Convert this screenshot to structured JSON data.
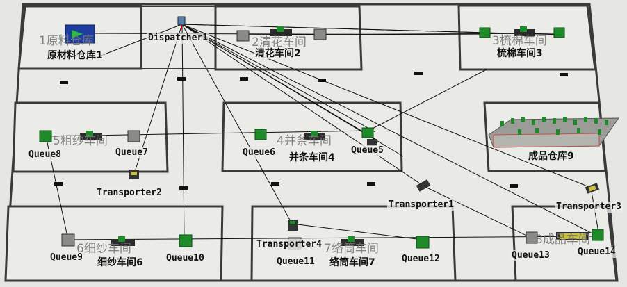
{
  "areas": [
    {
      "id": "area-raw",
      "title": "1原料仓库"
    },
    {
      "id": "area-clean",
      "title": "2清花车间"
    },
    {
      "id": "area-card",
      "title": "3梳棉车间"
    },
    {
      "id": "area-rove",
      "title": "5粗纱车间"
    },
    {
      "id": "area-draw",
      "title": "4并条车间"
    },
    {
      "id": "area-product",
      "title": "成品仓库9"
    },
    {
      "id": "area-spin",
      "title": "6细纱车间"
    },
    {
      "id": "area-wind",
      "title": "7络筒车间"
    },
    {
      "id": "area-finish",
      "title": "8成品车间"
    }
  ],
  "labels": {
    "dispatcher": "Dispatcher1",
    "raw_store": "原材料仓库1",
    "clean_shop": "清花车间2",
    "card_shop": "梳棉车间3",
    "queue8": "Queue8",
    "queue7": "Queue7",
    "queue6": "Queue6",
    "draw_shop": "并条车间4",
    "queue5": "Queue5",
    "product_store": "成品仓库9",
    "transporter2": "Transporter2",
    "transporter1": "Transporter1",
    "transporter3": "Transporter3",
    "queue9": "Queue9",
    "spin_shop": "细纱车间6",
    "queue10": "Queue10",
    "transporter4": "Transporter4",
    "queue11": "Queue11",
    "wind_shop": "络筒车间7",
    "queue12": "Queue12",
    "queue13": "Queue13",
    "queue14": "Queue14"
  },
  "colors": {
    "floor": "#e6e6e3",
    "wall": "#3a3a3a",
    "machine_green": "#1f8a2a",
    "queue_gray": "#8a8a86",
    "rack_red": "#c0504d",
    "connector": "#111111"
  }
}
